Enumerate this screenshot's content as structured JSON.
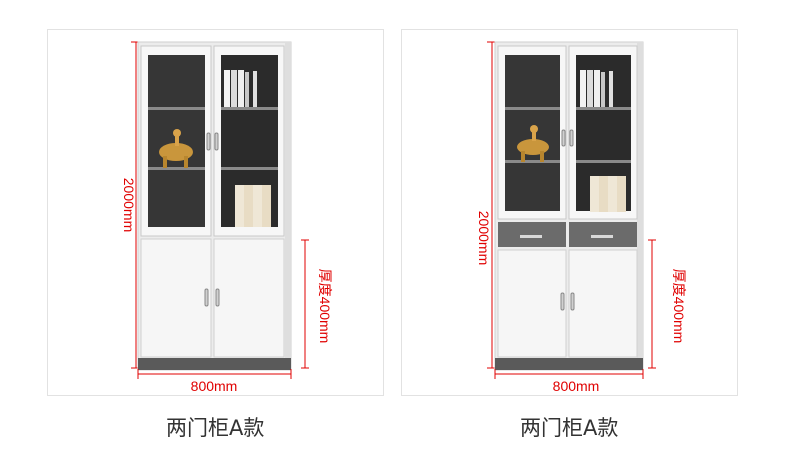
{
  "products": [
    {
      "height_label": "2000mm",
      "depth_label": "厚度400mm",
      "width_label": "800mm",
      "caption": "两门柜A款"
    },
    {
      "height_label": "2000mm",
      "depth_label": "厚度400mm",
      "width_label": "800mm",
      "caption": "两门柜A款"
    }
  ],
  "colors": {
    "dimension_red": "#e00000",
    "cabinet_white": "#f6f6f6",
    "trim_gray": "#5a5a5a",
    "glass_dark": "#2b2b2b"
  }
}
